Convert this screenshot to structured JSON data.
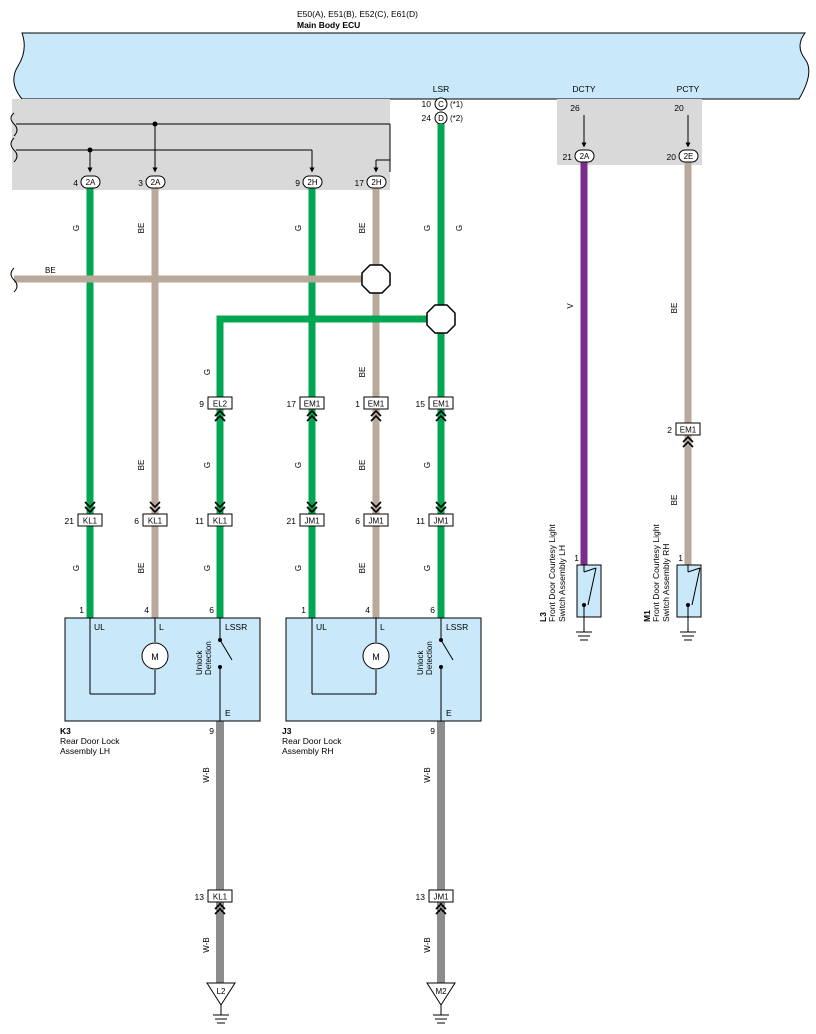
{
  "colors": {
    "G": "#00a651",
    "BE": "#b8a99a",
    "V": "#7b2d8e",
    "ecu_fill": "#c9e9fb",
    "shade": "#d9d9d9",
    "wb": "#000000"
  },
  "ecu": {
    "connectors": "E50(A), E51(B), E52(C), E61(D)",
    "name": "Main Body ECU",
    "pin_lsr": "LSR",
    "pin_dcty": "DCTY",
    "pin_pcty": "PCTY",
    "lsr_c_num": "10",
    "lsr_c_letter": "C",
    "lsr_c_note": "(*1)",
    "lsr_d_num": "24",
    "lsr_d_letter": "D",
    "lsr_d_note": "(*2)",
    "dcty_num": "26",
    "pcty_num": "20"
  },
  "jb": [
    {
      "num": "4",
      "code": "2A"
    },
    {
      "num": "3",
      "code": "2A"
    },
    {
      "num": "9",
      "code": "2H"
    },
    {
      "num": "17",
      "code": "2H"
    },
    {
      "num": "21",
      "code": "2A"
    },
    {
      "num": "20",
      "code": "2E"
    }
  ],
  "wires": {
    "G": "G",
    "BE": "BE",
    "V": "V",
    "WB": "W-B"
  },
  "connectors": [
    {
      "num": "9",
      "code": "EL2"
    },
    {
      "num": "17",
      "code": "EM1"
    },
    {
      "num": "1",
      "code": "EM1"
    },
    {
      "num": "15",
      "code": "EM1"
    },
    {
      "num": "2",
      "code": "EM1"
    },
    {
      "num": "21",
      "code": "KL1"
    },
    {
      "num": "6",
      "code": "KL1"
    },
    {
      "num": "11",
      "code": "KL1"
    },
    {
      "num": "21",
      "code": "JM1"
    },
    {
      "num": "6",
      "code": "JM1"
    },
    {
      "num": "11",
      "code": "JM1"
    },
    {
      "num": "13",
      "code": "KL1"
    },
    {
      "num": "13",
      "code": "JM1"
    }
  ],
  "lock_lh": {
    "pin1": "1",
    "pin4": "4",
    "pin6": "6",
    "pin9": "9",
    "ul": "UL",
    "l": "L",
    "lssr": "LSSR",
    "e": "E",
    "motor": "M",
    "detect1": "Unlock",
    "detect2": "Detection",
    "code": "K3",
    "name1": "Rear Door Lock",
    "name2": "Assembly LH"
  },
  "lock_rh": {
    "pin1": "1",
    "pin4": "4",
    "pin6": "6",
    "pin9": "9",
    "ul": "UL",
    "l": "L",
    "lssr": "LSSR",
    "e": "E",
    "motor": "M",
    "detect1": "Unlock",
    "detect2": "Detection",
    "code": "J3",
    "name1": "Rear Door Lock",
    "name2": "Assembly RH"
  },
  "switch_lh": {
    "pin": "1",
    "code": "L3",
    "name1": "Front Door Courtesy Light",
    "name2": "Switch Assembly LH"
  },
  "switch_rh": {
    "pin": "1",
    "code": "M1",
    "name1": "Front Door Courtesy Light",
    "name2": "Switch Assembly RH"
  },
  "grounds": {
    "lh": "L2",
    "rh": "M2"
  }
}
